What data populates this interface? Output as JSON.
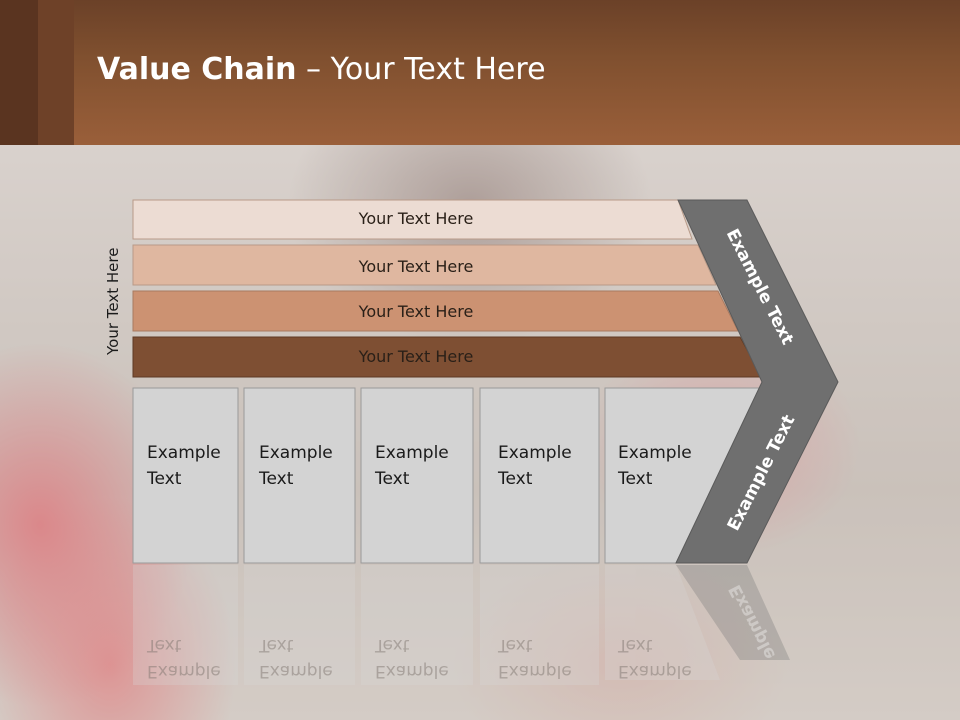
{
  "header": {
    "title_bold": "Value Chain",
    "title_rest": " – Your Text Here"
  },
  "side_label": "Your Text Here",
  "bands": [
    {
      "label": "Your Text Here",
      "color": "#ecdcd3"
    },
    {
      "label": "Your Text Here",
      "color": "#dfb7a0"
    },
    {
      "label": "Your Text Here",
      "color": "#cc9272"
    },
    {
      "label": "Your Text Here",
      "color": "#7e4f33"
    }
  ],
  "boxes": [
    {
      "label": "Example\nText"
    },
    {
      "label": "Example\nText"
    },
    {
      "label": "Example\nText"
    },
    {
      "label": "Example\nText"
    },
    {
      "label": "Example\nText"
    }
  ],
  "chevron": {
    "upper": "Example Text",
    "lower": "Example Text",
    "color": "#6f6f6f"
  },
  "reflections": [
    "Example\nText",
    "Example\nText",
    "Example\nText",
    "Example\nText",
    "Example\nText"
  ],
  "chevron_reflection": "Example"
}
